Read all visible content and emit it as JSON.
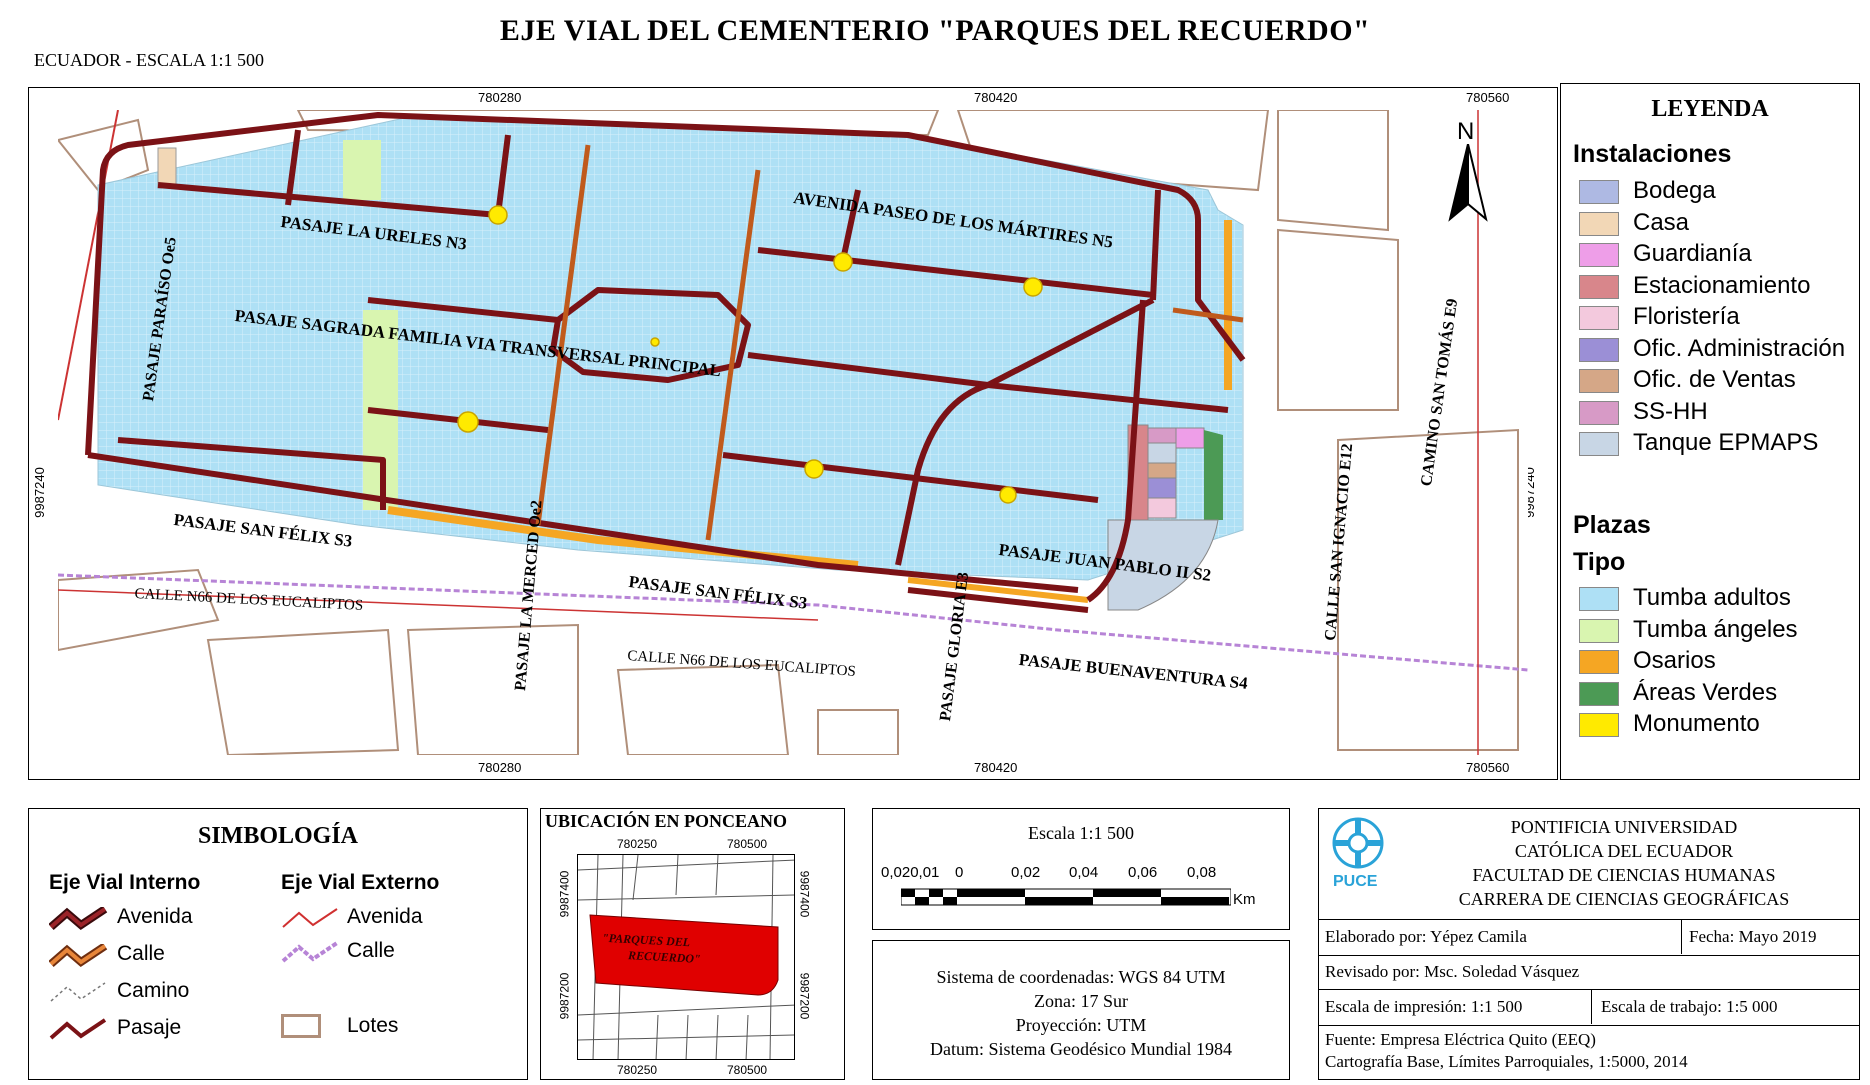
{
  "title": "EJE VIAL DEL CEMENTERIO \"PARQUES DEL RECUERDO\"",
  "subtitle": "ECUADOR - ESCALA 1:1 500",
  "map": {
    "top_x_labels": [
      "780280",
      "780420",
      "780560"
    ],
    "bottom_x_labels": [
      "780280",
      "780420",
      "780560"
    ],
    "left_y_label": "9987240",
    "right_y_label": "9987240",
    "north_label": "N",
    "street_labels": {
      "avenida_martires": "AVENIDA PASEO DE LOS MÁRTIRES N5",
      "pasaje_laureles": "PASAJE LA URELES N3",
      "pasaje_sagrada": "PASAJE SAGRADA FAMILIA VIA TRANSVERSAL PRINCIPAL",
      "pasaje_paraiso": "PASAJE PARAÍSO Oe5",
      "pasaje_san_felix_1": "PASAJE SAN FÉLIX S3",
      "pasaje_san_felix_2": "PASAJE SAN FÉLIX S3",
      "pasaje_merced": "PASAJE LA MERCED Oe2",
      "pasaje_gloria": "PASAJE GLORIA E3",
      "pasaje_juan_pablo": "PASAJE JUAN PABLO II S2",
      "pasaje_buenaventura": "PASAJE BUENAVENTURA S4",
      "calle_san_ignacio": "CALLE SAN IGNACIO E12",
      "camino_san_tomas": "CAMINO SAN TOMÁS E9",
      "calle_eucaliptos_1": "CALLE N66 DE LOS EUCALIPTOS",
      "calle_eucaliptos_2": "CALLE N66 DE LOS EUCALIPTOS"
    },
    "colors": {
      "tumba_adultos": "#aee0f5",
      "tumba_angeles": "#d9f5b0",
      "osarios": "#f5a623",
      "areas_verdes": "#4c9a55",
      "monumento": "#ffea00",
      "pasaje": "#7b1216",
      "calle": "#c05a1c",
      "lote": "#b08f7a"
    }
  },
  "legend": {
    "title": "LEYENDA",
    "group1": "Instalaciones",
    "items1": [
      {
        "label": "Bodega",
        "color": "#aeb9e3"
      },
      {
        "label": "Casa",
        "color": "#f2d7b6"
      },
      {
        "label": "Guardianía",
        "color": "#ee9ee8"
      },
      {
        "label": "Estacionamiento",
        "color": "#d8868b"
      },
      {
        "label": "Floristería",
        "color": "#f3c9dd"
      },
      {
        "label": "Ofic. Administración",
        "color": "#9b8fd6"
      },
      {
        "label": "Ofic. de Ventas",
        "color": "#d5a787"
      },
      {
        "label": "SS-HH",
        "color": "#d79ac6"
      },
      {
        "label": "Tanque EPMAPS",
        "color": "#c8d6e5"
      }
    ],
    "group2": "Plazas",
    "group3": "Tipo",
    "items2": [
      {
        "label": "Tumba adultos",
        "color": "#aee0f5"
      },
      {
        "label": "Tumba ángeles",
        "color": "#d9f5b0"
      },
      {
        "label": "Osarios",
        "color": "#f5a623"
      },
      {
        "label": "Áreas Verdes",
        "color": "#4c9a55"
      },
      {
        "label": "Monumento",
        "color": "#ffea00"
      }
    ]
  },
  "simbologia": {
    "title": "SIMBOLOGÍA",
    "interno_head": "Eje Vial Interno",
    "externo_head": "Eje Vial Externo",
    "interno": [
      "Avenida",
      "Calle",
      "Camino",
      "Pasaje"
    ],
    "externo": [
      "Avenida",
      "Calle",
      "Lotes"
    ]
  },
  "ubicacion": {
    "title": "UBICACIÓN EN PONCEANO",
    "x_labels": [
      "780250",
      "780500"
    ],
    "y_labels": [
      "9987400",
      "9987200"
    ],
    "area_label_1": "\"PARQUES DEL",
    "area_label_2": "RECUERDO\""
  },
  "escala": {
    "title": "Escala 1:1 500",
    "ticks": [
      "0,020,01",
      "0",
      "0,02",
      "0,04",
      "0,06",
      "0,08"
    ],
    "unit": "Km"
  },
  "sistema": {
    "line1": "Sistema de coordenadas: WGS 84 UTM",
    "line2": "Zona: 17 Sur",
    "line3": "Proyección: UTM",
    "line4": "Datum: Sistema Geodésico Mundial 1984"
  },
  "info": {
    "logo_text": "PUCE",
    "univ1": "PONTIFICIA UNIVERSIDAD",
    "univ2": "CATÓLICA DEL ECUADOR",
    "univ3": "FACULTAD DE CIENCIAS HUMANAS",
    "univ4": "CARRERA DE CIENCIAS GEOGRÁFICAS",
    "elaborado": "Elaborado por: Yépez Camila",
    "fecha": "Fecha: Mayo 2019",
    "revisado": "Revisado por: Msc. Soledad Vásquez",
    "escala_impresion": "Escala de impresión: 1:1 500",
    "escala_trabajo": "Escala de trabajo: 1:5 000",
    "fuente1": "Fuente: Empresa Eléctrica Quito (EEQ)",
    "fuente2": "Cartografía Base, Límites Parroquiales, 1:5000, 2014"
  }
}
